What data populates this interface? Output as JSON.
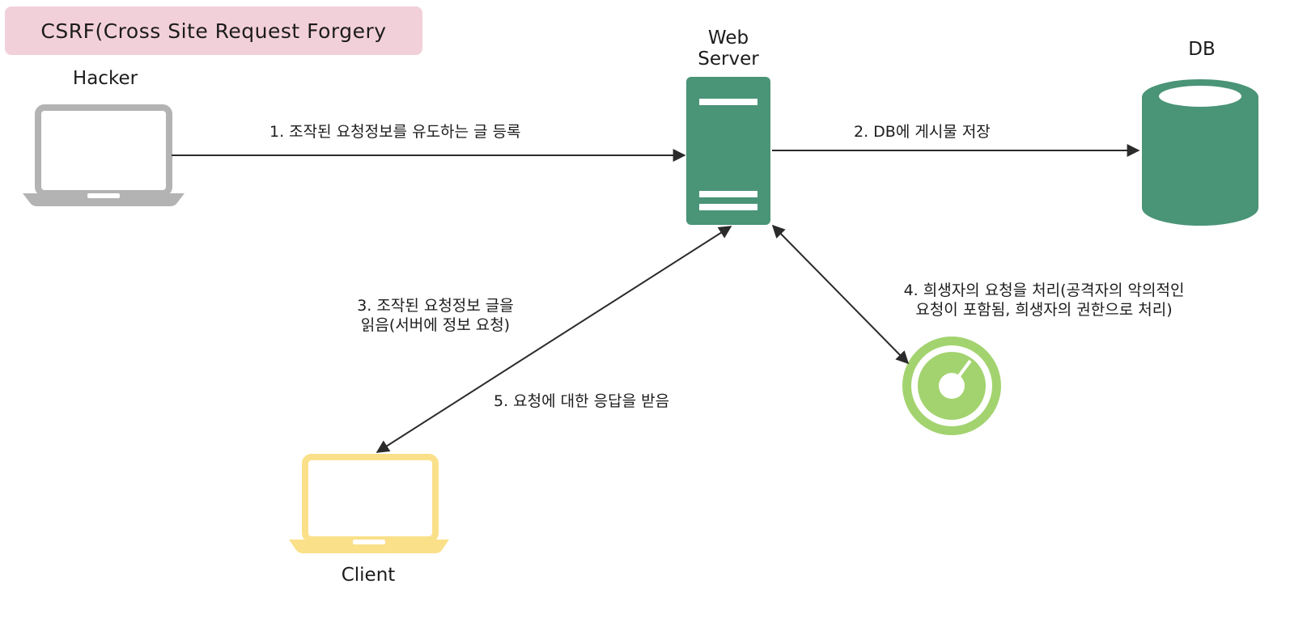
{
  "title": "CSRF(Cross Site Request Forgery",
  "nodes": {
    "hacker": "Hacker",
    "web_server_line1": "Web",
    "web_server_line2": "Server",
    "db": "DB",
    "client": "Client"
  },
  "steps": {
    "step1": "1. 조작된 요청정보를 유도하는 글 등록",
    "step2": "2. DB에 게시물 저장",
    "step3_line1": "3. 조작된 요청정보 글을",
    "step3_line2": "읽음(서버에 정보 요청)",
    "step4_line1": "4. 희생자의 요청을 처리(공격자의 악의적인",
    "step4_line2": "요청이 포함됨, 희생자의 권한으로 처리)",
    "step5": "5. 요청에 대한 응답을 받음"
  },
  "colors": {
    "title_bg": "#f2d0da",
    "hacker_laptop": "#b3b3b3",
    "client_laptop": "#fbe08a",
    "server": "#4a9478",
    "db": "#4a9478",
    "gauge": "#a3d36f",
    "arrow": "#2b2b2b"
  },
  "icons": {
    "hacker": "laptop-icon",
    "client": "laptop-icon",
    "server": "server-icon",
    "db": "database-icon",
    "process": "gauge-icon"
  }
}
